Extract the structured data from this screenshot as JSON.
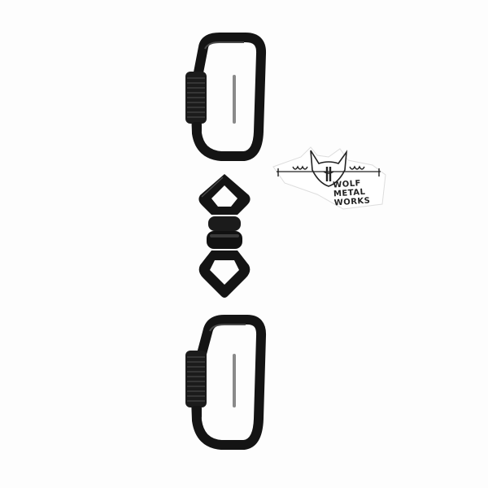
{
  "scene": {
    "background_color": "#ffffff",
    "items": [
      {
        "name": "carabiner-top",
        "kind": "black screw-gate carabiner"
      },
      {
        "name": "swivel",
        "kind": "black rotating swivel"
      },
      {
        "name": "carabiner-bottom",
        "kind": "black screw-gate carabiner"
      },
      {
        "name": "sticker",
        "kind": "wolf logo sticker"
      }
    ],
    "sticker": {
      "line1": "WOLF",
      "line2": "METAL",
      "line3": "WORKS"
    },
    "colors": {
      "metal": "#141414",
      "metal_highlight": "#4a4a4a",
      "pin": "#8a8a8a",
      "ink": "#222222"
    }
  }
}
